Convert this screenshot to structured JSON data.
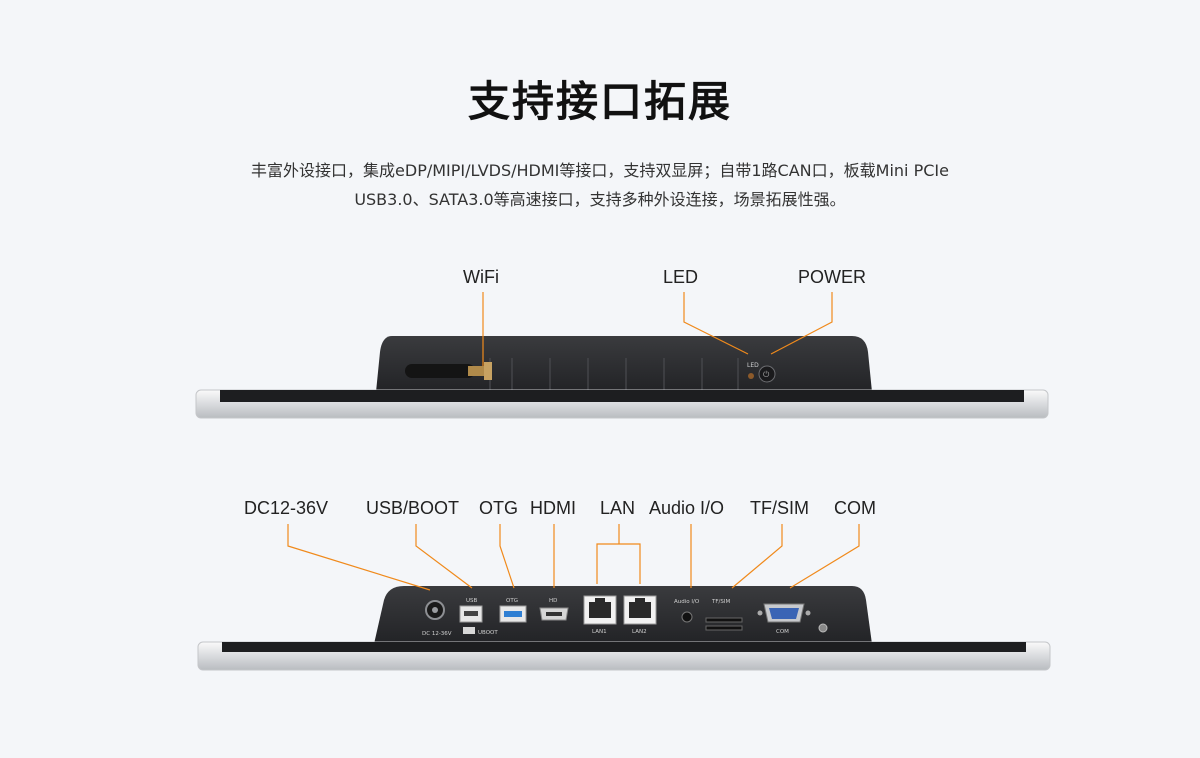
{
  "title": "支持接口拓展",
  "description": {
    "line1": "丰富外设接口，集成eDP/MIPI/LVDS/HDMI等接口，支持双显屏；自带1路CAN口，板载Mini PCIe",
    "line2": "USB3.0、SATA3.0等高速接口，支持多种外设连接，场景拓展性强。"
  },
  "top_view": {
    "callouts": {
      "wifi": "WiFi",
      "led": "LED",
      "power": "POWER"
    },
    "panel_text": {
      "led": "LED"
    }
  },
  "bottom_view": {
    "callouts": {
      "dc": "DC12-36V",
      "usb_boot": "USB/BOOT",
      "otg": "OTG",
      "hdmi": "HDMI",
      "lan": "LAN",
      "audio": "Audio I/O",
      "tf_sim": "TF/SIM",
      "com": "COM"
    },
    "panel_text": {
      "dc": "DC 12-36V",
      "usb": "USB",
      "uboot": "UBOOT",
      "otg": "OTG",
      "hd": "HD",
      "lan1": "LAN1",
      "lan2": "LAN2",
      "audio": "Audio I/O",
      "tfsim": "TF/SIM",
      "com": "COM"
    }
  },
  "colors": {
    "leader_line": "#f08a1c",
    "device_body": "#2b2c2f",
    "bezel": "#d8dadd"
  }
}
